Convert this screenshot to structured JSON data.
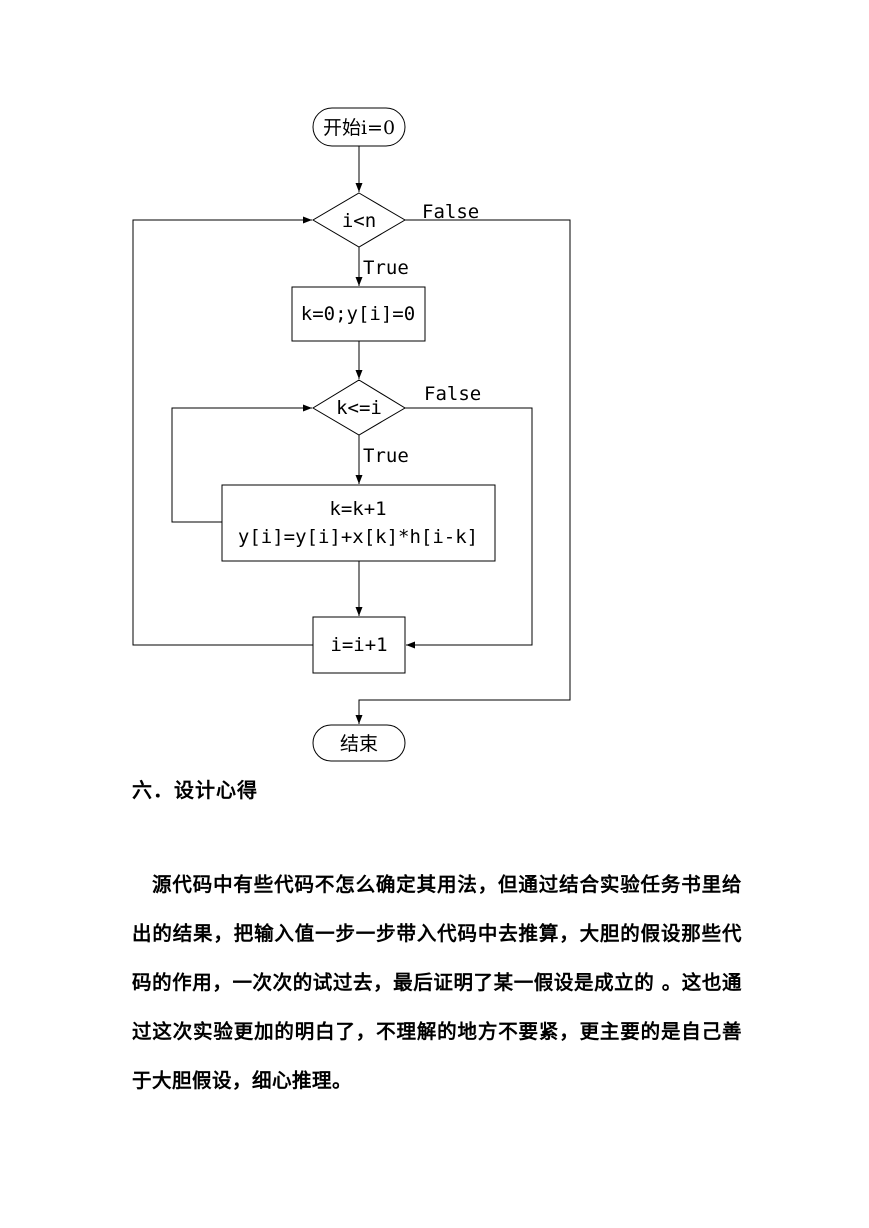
{
  "flowchart": {
    "start_label": "开始i=0",
    "cond_outer": "i<n",
    "cond_outer_false": "False",
    "cond_outer_true": "True",
    "init_step": "k=0;y[i]=0",
    "cond_inner": "k<=i",
    "cond_inner_false": "False",
    "cond_inner_true": "True",
    "body_line1": "k=k+1",
    "body_line2": "y[i]=y[i]+x[k]*h[i-k]",
    "increment": "i=i+1",
    "end_label": "结束"
  },
  "section": {
    "heading": "六．设计心得",
    "paragraph": "源代码中有些代码不怎么确定其用法，但通过结合实验任务书里给出的结果，把输入值一步一步带入代码中去推算，大胆的假设那些代码的作用，一次次的试过去，最后证明了某一假设是成立的 。这也通过这次实验更加的明白了，不理解的地方不要紧，更主要的是自己善于大胆假设，细心推理。"
  }
}
